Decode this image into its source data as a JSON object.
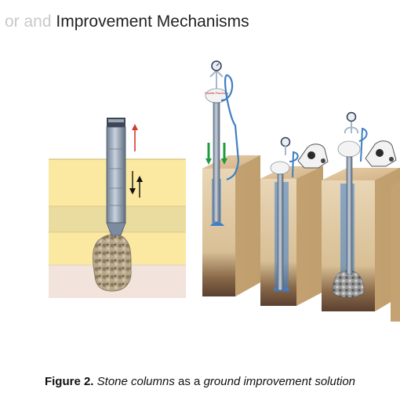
{
  "header": {
    "title_faded": "or and",
    "title_main": "Improvement Mechanisms"
  },
  "figure": {
    "panel_label": "Transfer Pneumatic",
    "caption": {
      "label": "Figure 2.",
      "part1": "Stone columns",
      "part2": "as a",
      "part3": "ground improvement solution"
    }
  }
}
